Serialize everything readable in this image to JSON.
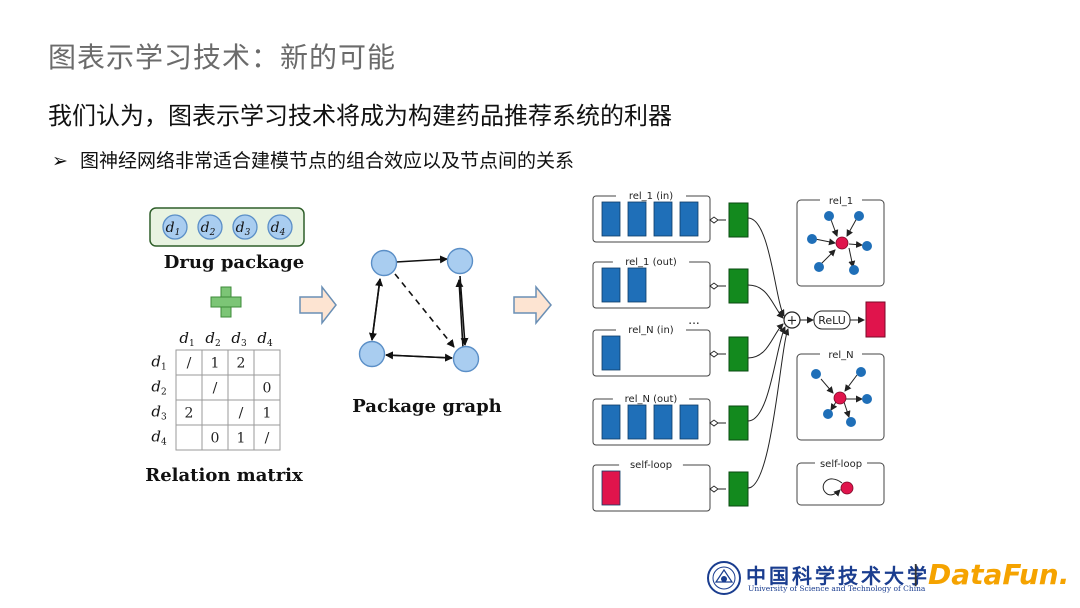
{
  "slide": {
    "title": "图表示学习技术：新的可能",
    "lead": "我们认为，图表示学习技术将成为构建药品推荐系统的利器",
    "bullet_marker": "➢",
    "bullet": "图神经网络非常适合建模节点的组合效应以及节点间的关系"
  },
  "left_panel": {
    "drug_package_label": "Drug package",
    "drugs": [
      "d",
      "d",
      "d",
      "d"
    ],
    "drug_subscripts": [
      "1",
      "2",
      "3",
      "4"
    ],
    "matrix_label": "Relation matrix",
    "matrix_col_headers": [
      "d1",
      "d2",
      "d3",
      "d4"
    ],
    "matrix_row_headers": [
      "d1",
      "d2",
      "d3",
      "d4"
    ],
    "matrix_cells": [
      [
        "/",
        "1",
        "2",
        ""
      ],
      [
        "",
        "/",
        "",
        "0"
      ],
      [
        "2",
        "",
        "/",
        "1"
      ],
      [
        "",
        "0",
        "1",
        "/"
      ]
    ]
  },
  "middle_panel": {
    "graph_label": "Package graph"
  },
  "right_panel": {
    "rel_boxes": [
      {
        "label": "rel_1 (in)",
        "bars": 4,
        "color": "#1f6fb8"
      },
      {
        "label": "rel_1 (out)",
        "bars": 2,
        "color": "#1f6fb8"
      },
      {
        "label": "rel_N (in)",
        "bars": 1,
        "color": "#1f6fb8"
      },
      {
        "label": "rel_N (out)",
        "bars": 4,
        "color": "#1f6fb8"
      },
      {
        "label": "self-loop",
        "bars": 1,
        "color": "#e0144c"
      }
    ],
    "ellipsis": "...",
    "plus_symbol": "+",
    "relu_label": "ReLU",
    "small_graphs": [
      "rel_1",
      "rel_N",
      "self-loop"
    ]
  },
  "colors": {
    "node_fill": "#a9cdf0",
    "node_stroke": "#5b8fc7",
    "green_block": "#138a1e",
    "blue_bar": "#1f6fb8",
    "red": "#e0144c",
    "plus_green": "#7cc576",
    "arrow_fill": "#fde4d2",
    "arrow_stroke": "#6a8fb5",
    "drug_box_fill": "#e8f3e1",
    "drug_box_stroke": "#2f5f2a"
  },
  "footer": {
    "university_cn": "中国科学技术大学",
    "university_en": "University of Science and Technology of China",
    "separator": "|",
    "brand": "DataFun."
  }
}
